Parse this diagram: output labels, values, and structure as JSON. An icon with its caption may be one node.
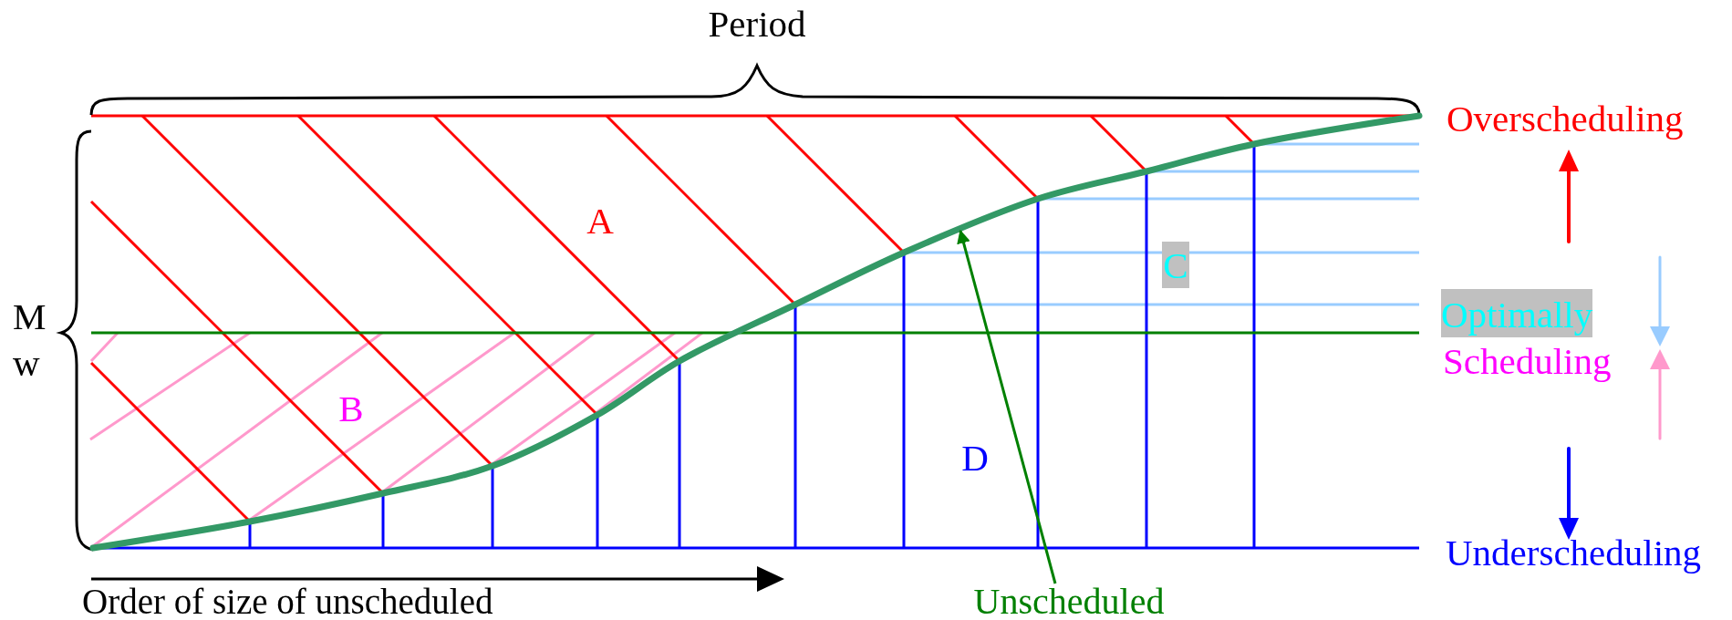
{
  "diagram": {
    "nodes": [
      {
        "text": [
          "Unscheduled"
        ]
      },
      {
        "text": [],
        "shape": "curve"
      }
    ],
    "edges": [
      {
        "from": 0,
        "to": 1,
        "arrow": "to"
      }
    ],
    "labels": [
      "Period",
      "M w",
      "A",
      "B",
      "C",
      "D",
      "Overscheduling",
      "Optimally",
      "Scheduling",
      "Underscheduling",
      "Order of size of unscheduled"
    ]
  }
}
